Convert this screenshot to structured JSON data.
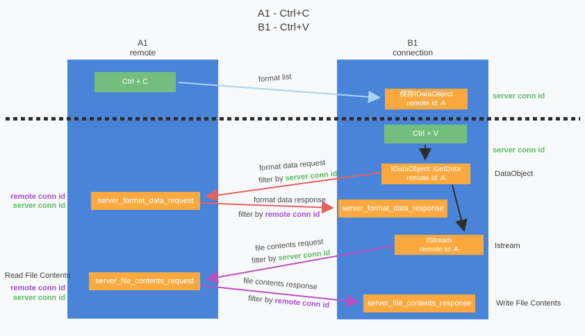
{
  "title": {
    "line1": "A1 - Ctrl+C",
    "line2": "B1 - Ctrl+V"
  },
  "columns": {
    "left": {
      "name": "A1",
      "role": "remote"
    },
    "right": {
      "name": "B1",
      "role": "connection"
    }
  },
  "boxes": {
    "ctrl_c": {
      "label": "Ctrl + C"
    },
    "save_idataobject": {
      "line1": "保存IDataObject",
      "line2": "remote id: A"
    },
    "ctrl_v": {
      "label": "Ctrl + V"
    },
    "getdata": {
      "line1": "IDataObject::GetData",
      "line2": "remote id: A"
    },
    "server_format_data_request": {
      "label": "server_format_data_request"
    },
    "server_format_data_response": {
      "label": "server_format_data_response"
    },
    "istream": {
      "line1": "IStream",
      "line2": "remote id: A"
    },
    "server_file_contents_request": {
      "label": "server_file_contents_request"
    },
    "server_file_contents_response": {
      "label": "server_file_contents_response"
    }
  },
  "left_annotations": {
    "format_remote_conn_id": "remote conn id",
    "format_server_conn_id": "server conn id",
    "read_file_contents": "Read File Contents",
    "file_remote_conn_id": "remote conn id",
    "file_server_conn_id": "server conn id"
  },
  "right_annotations": {
    "server_conn_id_top": "server conn id",
    "server_conn_id_mid": "server conn id",
    "dataobject": "DataObject",
    "istream": "Istream",
    "write_file_contents": "Write File Contents"
  },
  "flow_labels": {
    "format_list": "format list",
    "format_data_request": "format data request",
    "format_data_request_filter": {
      "prefix": "filter by ",
      "key": "server conn id"
    },
    "format_data_response": "format data response",
    "format_data_response_filter": {
      "prefix": "filter by ",
      "key": "remote conn id"
    },
    "file_contents_request": "file contents request",
    "file_contents_request_filter": {
      "prefix": "filter by ",
      "key": "server conn id"
    },
    "file_contents_response": "file contents response",
    "file_contents_response_filter": {
      "prefix": "filter by ",
      "key": "remote conn id"
    }
  },
  "colors": {
    "lifeline_blue": "#4a84d8",
    "action_green": "#72bf7d",
    "object_orange": "#f9a93f",
    "server_conn_green": "#5dbb63",
    "remote_conn_purple": "#a44fcf",
    "request_red": "#e5625d",
    "file_magenta": "#bc4fbe",
    "format_list_blue": "#a9d3ef",
    "divider_dark": "#2d2d2d",
    "background": "#f8f9fa"
  }
}
